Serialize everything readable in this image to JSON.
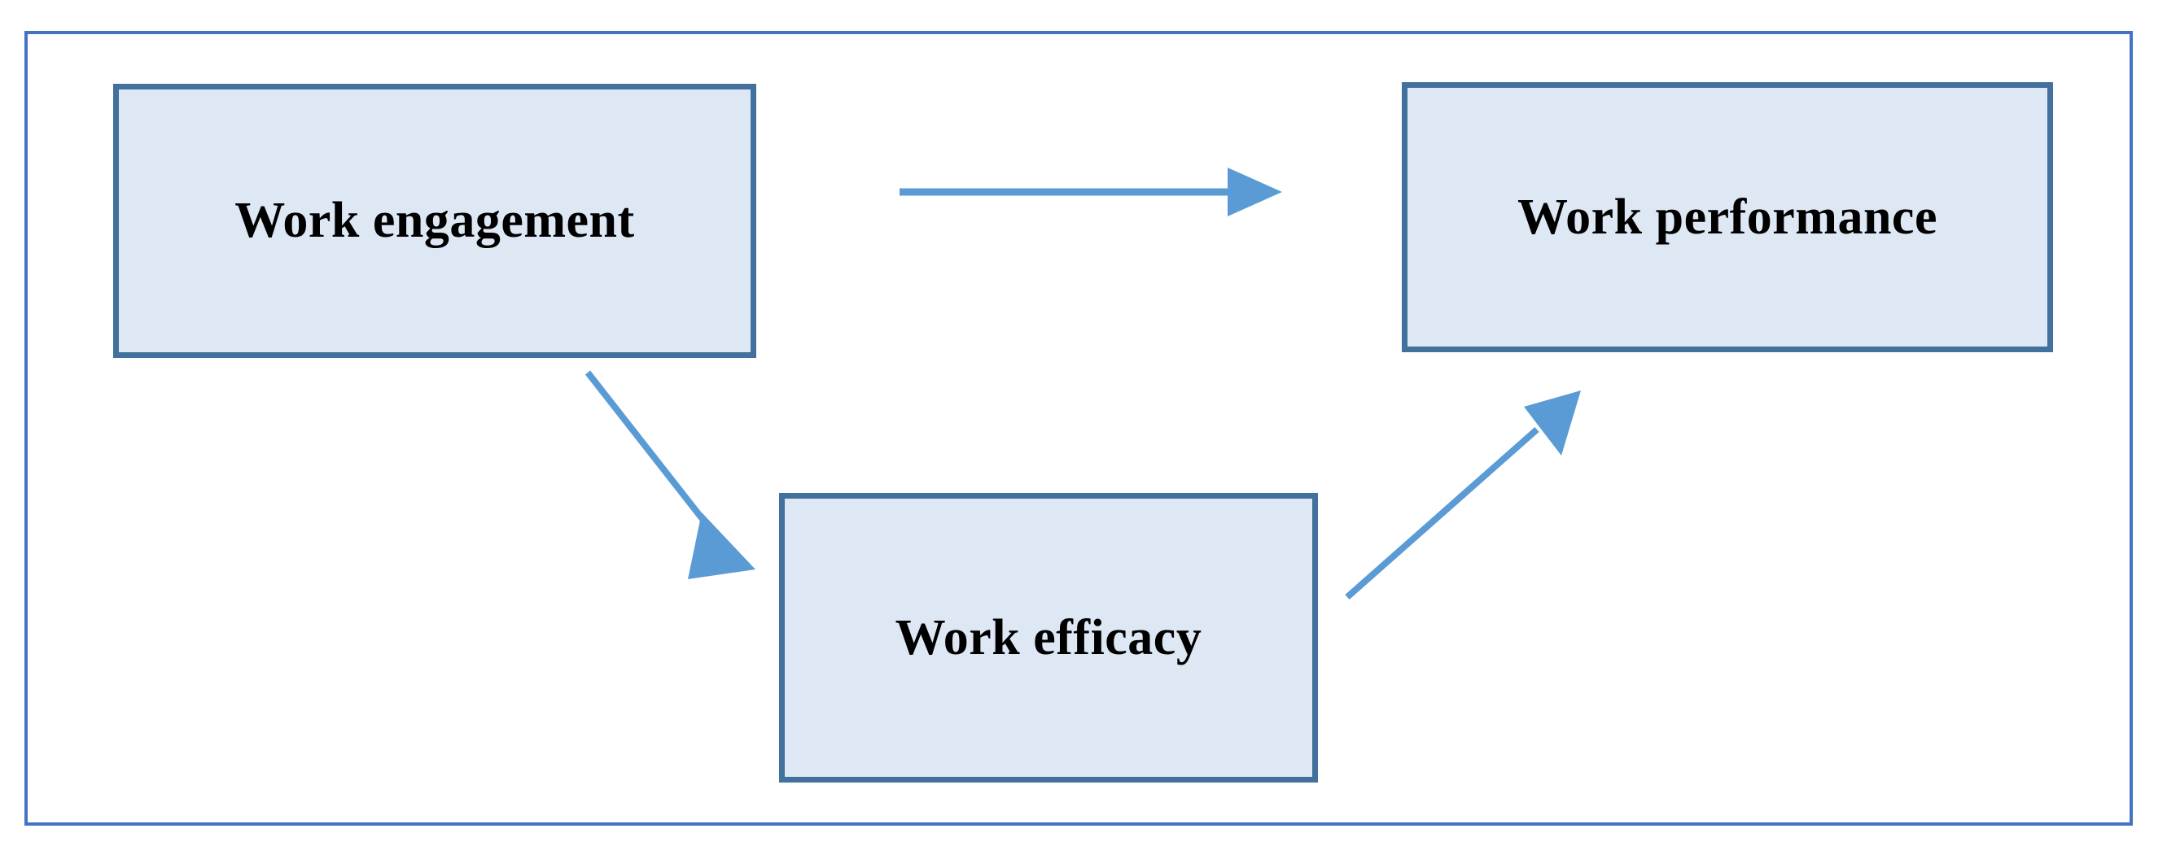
{
  "figure": {
    "type": "conceptual-model-diagram",
    "frame": {
      "border_color": "#4472C4",
      "background_color": "#FFFFFF"
    },
    "style": {
      "node_fill": "#DEE8F4",
      "node_border": "#41719C",
      "arrow_color": "#5B9BD5",
      "label_color": "#000000"
    }
  },
  "nodes": [
    {
      "id": "work-engagement",
      "label": "Work engagement",
      "position": "top-left"
    },
    {
      "id": "work-performance",
      "label": "Work performance",
      "position": "top-right"
    },
    {
      "id": "work-efficacy",
      "label": "Work efficacy",
      "position": "bottom-center"
    }
  ],
  "arrows": [
    {
      "id": "engagement-to-performance",
      "from": "work-engagement",
      "to": "work-performance",
      "direction": "horizontal-right",
      "label": ""
    },
    {
      "id": "engagement-to-efficacy",
      "from": "work-engagement",
      "to": "work-efficacy",
      "direction": "diagonal-down-right",
      "label": ""
    },
    {
      "id": "efficacy-to-performance",
      "from": "work-efficacy",
      "to": "work-performance",
      "direction": "diagonal-up-right",
      "label": ""
    }
  ]
}
